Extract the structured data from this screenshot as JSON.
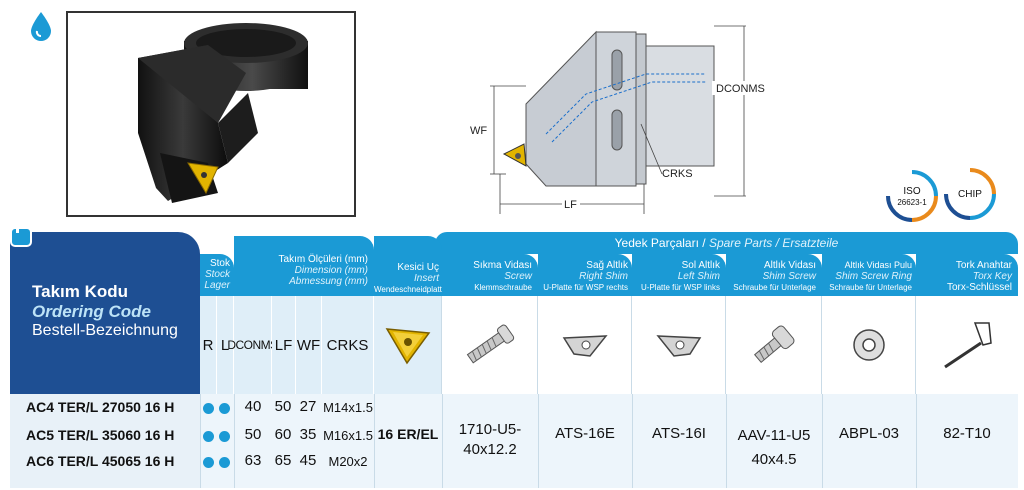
{
  "colors": {
    "dark_blue": "#1e4f93",
    "light_blue": "#1b9ad5",
    "pale_blue": "#dfeef8",
    "insert_gold": "#e2b400"
  },
  "icons": [
    "coolant-drop-icon",
    "document-icon"
  ],
  "drawing": {
    "dconms": "DCONMS",
    "wf": "WF",
    "crks": "CRKS",
    "lf": "LF"
  },
  "badges": {
    "iso_line1": "ISO",
    "iso_line2": "26623-1",
    "chip": "CHIP"
  },
  "spare_parts_header": {
    "tr": "Yedek Parçaları /",
    "en": "Spare Parts /",
    "de": "Ersatzteile"
  },
  "ordering": {
    "tr": "Takım Kodu",
    "en": "Ordering Code",
    "de": "Bestell-Bezeichnung"
  },
  "stock": {
    "tr": "Stok",
    "en": "Stock",
    "de": "Lager",
    "r": "R",
    "l": "L"
  },
  "dimensions": {
    "tr": "Takım Ölçüleri (mm)",
    "en": "Dimension (mm)",
    "de": "Abmessung (mm)",
    "cols": [
      "DCONMS",
      "LF",
      "WF",
      "CRKS"
    ]
  },
  "insert": {
    "tr": "Kesici Uç",
    "en": "Insert",
    "de": "Wendeschneidplatte",
    "value": "16 ER/EL"
  },
  "parts": [
    {
      "tr": "Sıkma Vidası",
      "en": "Screw",
      "de": "Klemmschraube",
      "value": "1710-U5-\n40x12.2",
      "icon": "clamping-screw-icon"
    },
    {
      "tr": "Sağ Altlık",
      "en": "Right Shim",
      "de": "U-Platte für WSP rechts",
      "value": "ATS-16E",
      "icon": "right-shim-icon"
    },
    {
      "tr": "Sol Altlık",
      "en": "Left Shim",
      "de": "U-Platte für WSP links",
      "value": "ATS-16I",
      "icon": "left-shim-icon"
    },
    {
      "tr": "Altlık Vidası",
      "en": "Shim Screw",
      "de": "Schraube für Unterlage",
      "value": "AAV-11-U5\n40x4.5",
      "icon": "shim-screw-icon"
    },
    {
      "tr": "Altlık Vidası Pulu",
      "en": "Shim Screw Ring",
      "de": "Schraube für Unterlage",
      "value": "ABPL-03",
      "icon": "shim-screw-ring-icon"
    },
    {
      "tr": "Tork Anahtar",
      "en": "Torx Key",
      "de": "Torx-Schlüssel",
      "value": "82-T10",
      "icon": "torx-key-icon"
    }
  ],
  "rows": [
    {
      "code": "AC4 TER/L 27050 16 H",
      "dconms": "40",
      "lf": "50",
      "wf": "27",
      "crks": "M14x1.5"
    },
    {
      "code": "AC5 TER/L 35060 16 H",
      "dconms": "50",
      "lf": "60",
      "wf": "35",
      "crks": "M16x1.5"
    },
    {
      "code": "AC6 TER/L 45065 16 H",
      "dconms": "63",
      "lf": "65",
      "wf": "45",
      "crks": "M20x2"
    }
  ]
}
